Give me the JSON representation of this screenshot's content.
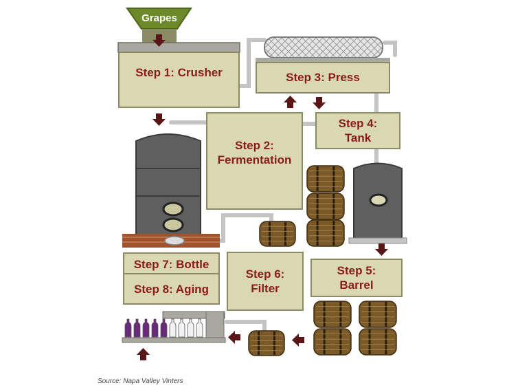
{
  "hopper_label": "Grapes",
  "steps": {
    "crusher": "Step 1: Crusher",
    "fermentation_line1": "Step 2:",
    "fermentation_line2": "Fermentation",
    "press": "Step 3: Press",
    "tank_line1": "Step 4:",
    "tank_line2": "Tank",
    "barrel_line1": "Step 5:",
    "barrel_line2": "Barrel",
    "filter_line1": "Step 6:",
    "filter_line2": "Filter",
    "bottle": "Step 7: Bottle",
    "aging": "Step 8: Aging"
  },
  "source": "Source: Napa Valley Vinters",
  "colors": {
    "box_fill": "#d9d8b3",
    "box_border": "#8a8a64",
    "label_text": "#8b1a1a",
    "arrow": "#5a1616",
    "tank_gray": "#5f5f5f",
    "barrel_brown": "#7a5a28",
    "pipe": "#c9c9c9",
    "bottle_purple": "#6a2a7a"
  }
}
